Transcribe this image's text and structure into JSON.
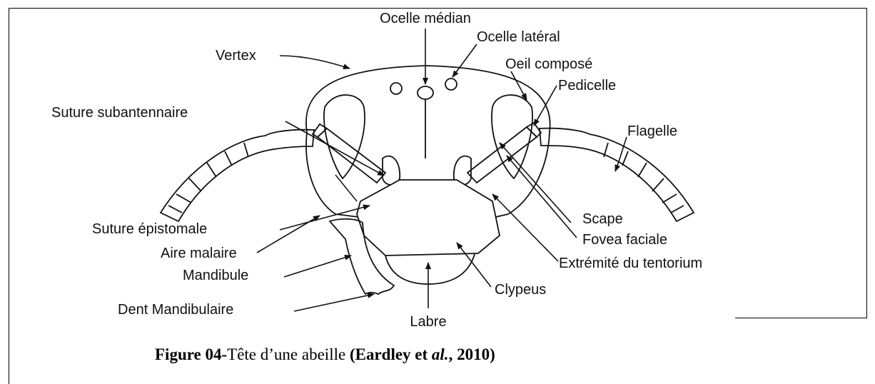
{
  "labels": {
    "ocelle_median": "Ocelle médian",
    "ocelle_lateral": "Ocelle latéral",
    "vertex": "Vertex",
    "oeil_compose": "Oeil composé",
    "pedicelle": "Pedicelle",
    "flagelle": "Flagelle",
    "suture_subantennaire": "Suture subantennaire",
    "suture_epistomale": "Suture épistomale",
    "aire_malaire": "Aire malaire",
    "mandibule": "Mandibule",
    "dent_mandibulaire": "Dent Mandibulaire",
    "labre": "Labre",
    "clypeus": "Clypeus",
    "extremite_tentorium": "Extrémité du tentorium",
    "fovea_faciale": "Fovea faciale",
    "scape": "Scape"
  },
  "caption": {
    "figure_label": "Figure 04-",
    "title": "Tête d’une abeille ",
    "open": "(",
    "authors": "Eardley et ",
    "etal": "al.",
    "year": ", 2010)"
  }
}
